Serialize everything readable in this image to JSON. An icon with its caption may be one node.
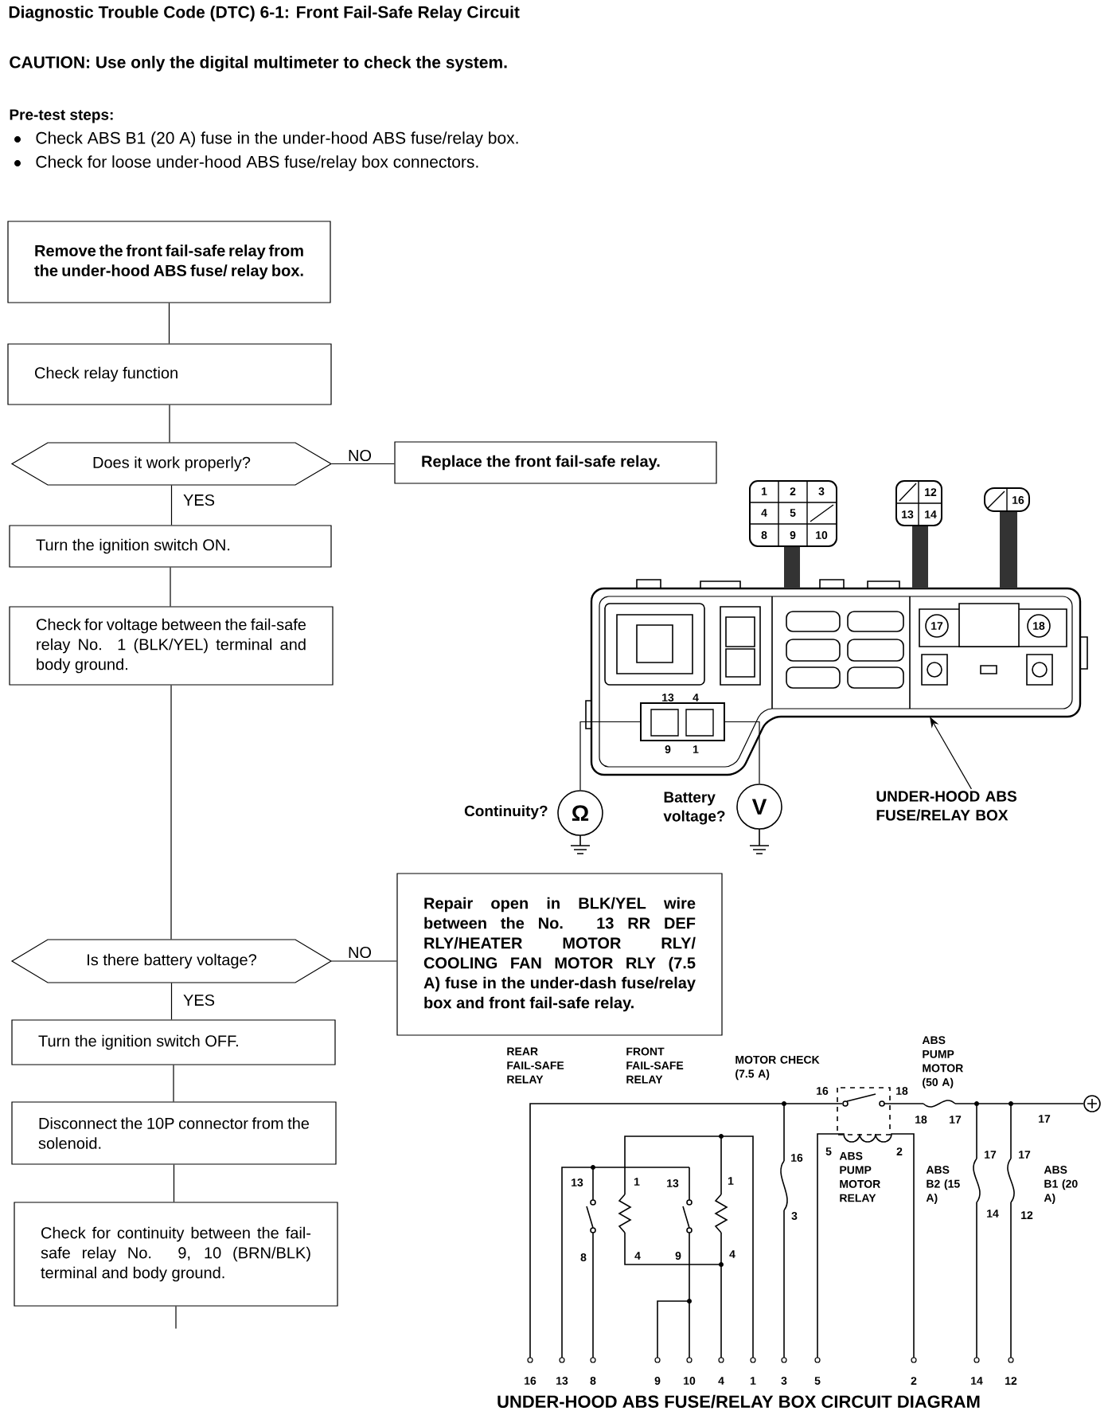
{
  "diagram": {
    "title": "Diagnostic Trouble Code (DTC) 6-1: Front Fail-Safe Relay Circuit",
    "nodes": [
      {
        "text": [
          "Remove the front fail-safe relay from the under-hood ABS fuse/ relay box."
        ]
      },
      {
        "text": [
          "Check relay function"
        ]
      },
      {
        "text": [
          "Does it work properly?"
        ]
      },
      {
        "text": [
          "Replace the front fail-safe relay."
        ]
      },
      {
        "text": [
          "Turn the ignition switch ON."
        ]
      },
      {
        "text": [
          "Check for voltage between the fail-safe relay No. 1 (BLK/YEL) terminal and body ground."
        ]
      },
      {
        "text": [
          "Is there battery voltage?"
        ]
      },
      {
        "text": [
          "Repair open in BLK/YEL wire between the No. 13 RR DEF RLY/HEATER MOTOR RLY/ COOLING FAN MOTOR RLY (7.5 A) fuse in the under-dash fuse/relay box and front fail-safe relay."
        ]
      },
      {
        "text": [
          "Turn the ignition switch OFF."
        ]
      },
      {
        "text": [
          "Disconnect the 10P connector from the solenoid."
        ]
      },
      {
        "text": [
          "Check for continuity between the fail-safe relay No. 9, 10 (BRN/BLK) terminal and body ground."
        ]
      },
      {
        "text": [],
        "shape": "picture"
      },
      {
        "text": [],
        "shape": "box",
        "in": 11
      },
      {
        "text": [
          "Ω"
        ],
        "beside": [
          "Continuity?"
        ]
      },
      {
        "text": [
          "V"
        ],
        "beside": [
          "Battery voltage?"
        ]
      },
      {
        "text": [
          "UNDER-HOOD ABS FUSE/RELAY BOX"
        ]
      }
    ],
    "edges": [
      {
        "from": 0,
        "to": 1,
        "arrow": "none"
      },
      {
        "from": 1,
        "to": 2,
        "arrow": "none"
      },
      {
        "from": 2,
        "to": 3,
        "arrow": "none",
        "label": "NO"
      },
      {
        "from": 2,
        "to": 4,
        "arrow": "none",
        "label": "YES"
      },
      {
        "from": 4,
        "to": 5,
        "arrow": "none"
      },
      {
        "from": 5,
        "to": 6,
        "arrow": "none"
      },
      {
        "from": 6,
        "to": 7,
        "arrow": "none",
        "label": "NO"
      },
      {
        "from": 6,
        "to": 8,
        "arrow": "none",
        "label": "YES"
      },
      {
        "from": 8,
        "to": 9,
        "arrow": "none"
      },
      {
        "from": 9,
        "to": 10,
        "arrow": "none"
      },
      {
        "from": 10,
        "to": null,
        "arrow": "none"
      },
      {
        "from": 13,
        "to": 12,
        "arrow": "none"
      },
      {
        "from": 14,
        "to": 12,
        "arrow": "none"
      },
      {
        "from": 15,
        "to": 11,
        "arrow": "to"
      }
    ],
    "labels": [
      "CAUTION: Use only the digital multimeter to check the system.",
      "Pre-test steps:",
      "Check ABS B1 (20 A) fuse in the under-hood ABS fuse/relay box.",
      "Check for loose under-hood ABS fuse/relay box connectors.",
      "1",
      "2",
      "3",
      "4",
      "5",
      "8",
      "9",
      "10",
      "12",
      "13",
      "14",
      "16",
      "17",
      "18",
      "13",
      "4",
      "9",
      "1",
      "REAR FAIL-SAFE RELAY",
      "FRONT FAIL-SAFE RELAY",
      "MOTOR CHECK (7.5 A)",
      "ABS PUMP MOTOR (50 A)",
      "16",
      "18",
      "18",
      "17",
      "17",
      "5",
      "2",
      "16",
      "3",
      "ABS PUMP MOTOR RELAY",
      "17",
      "17",
      "ABS B2 (15 A)",
      "ABS B1 (20 A)",
      "14",
      "12",
      "13",
      "1",
      "13",
      "1",
      "8",
      "4",
      "9",
      "4",
      "16",
      "13",
      "8",
      "9",
      "10",
      "4",
      "1",
      "3",
      "5",
      "2",
      "14",
      "12",
      "UNDER-HOOD ABS FUSE/RELAY BOX CIRCUIT DIAGRAM"
    ]
  }
}
